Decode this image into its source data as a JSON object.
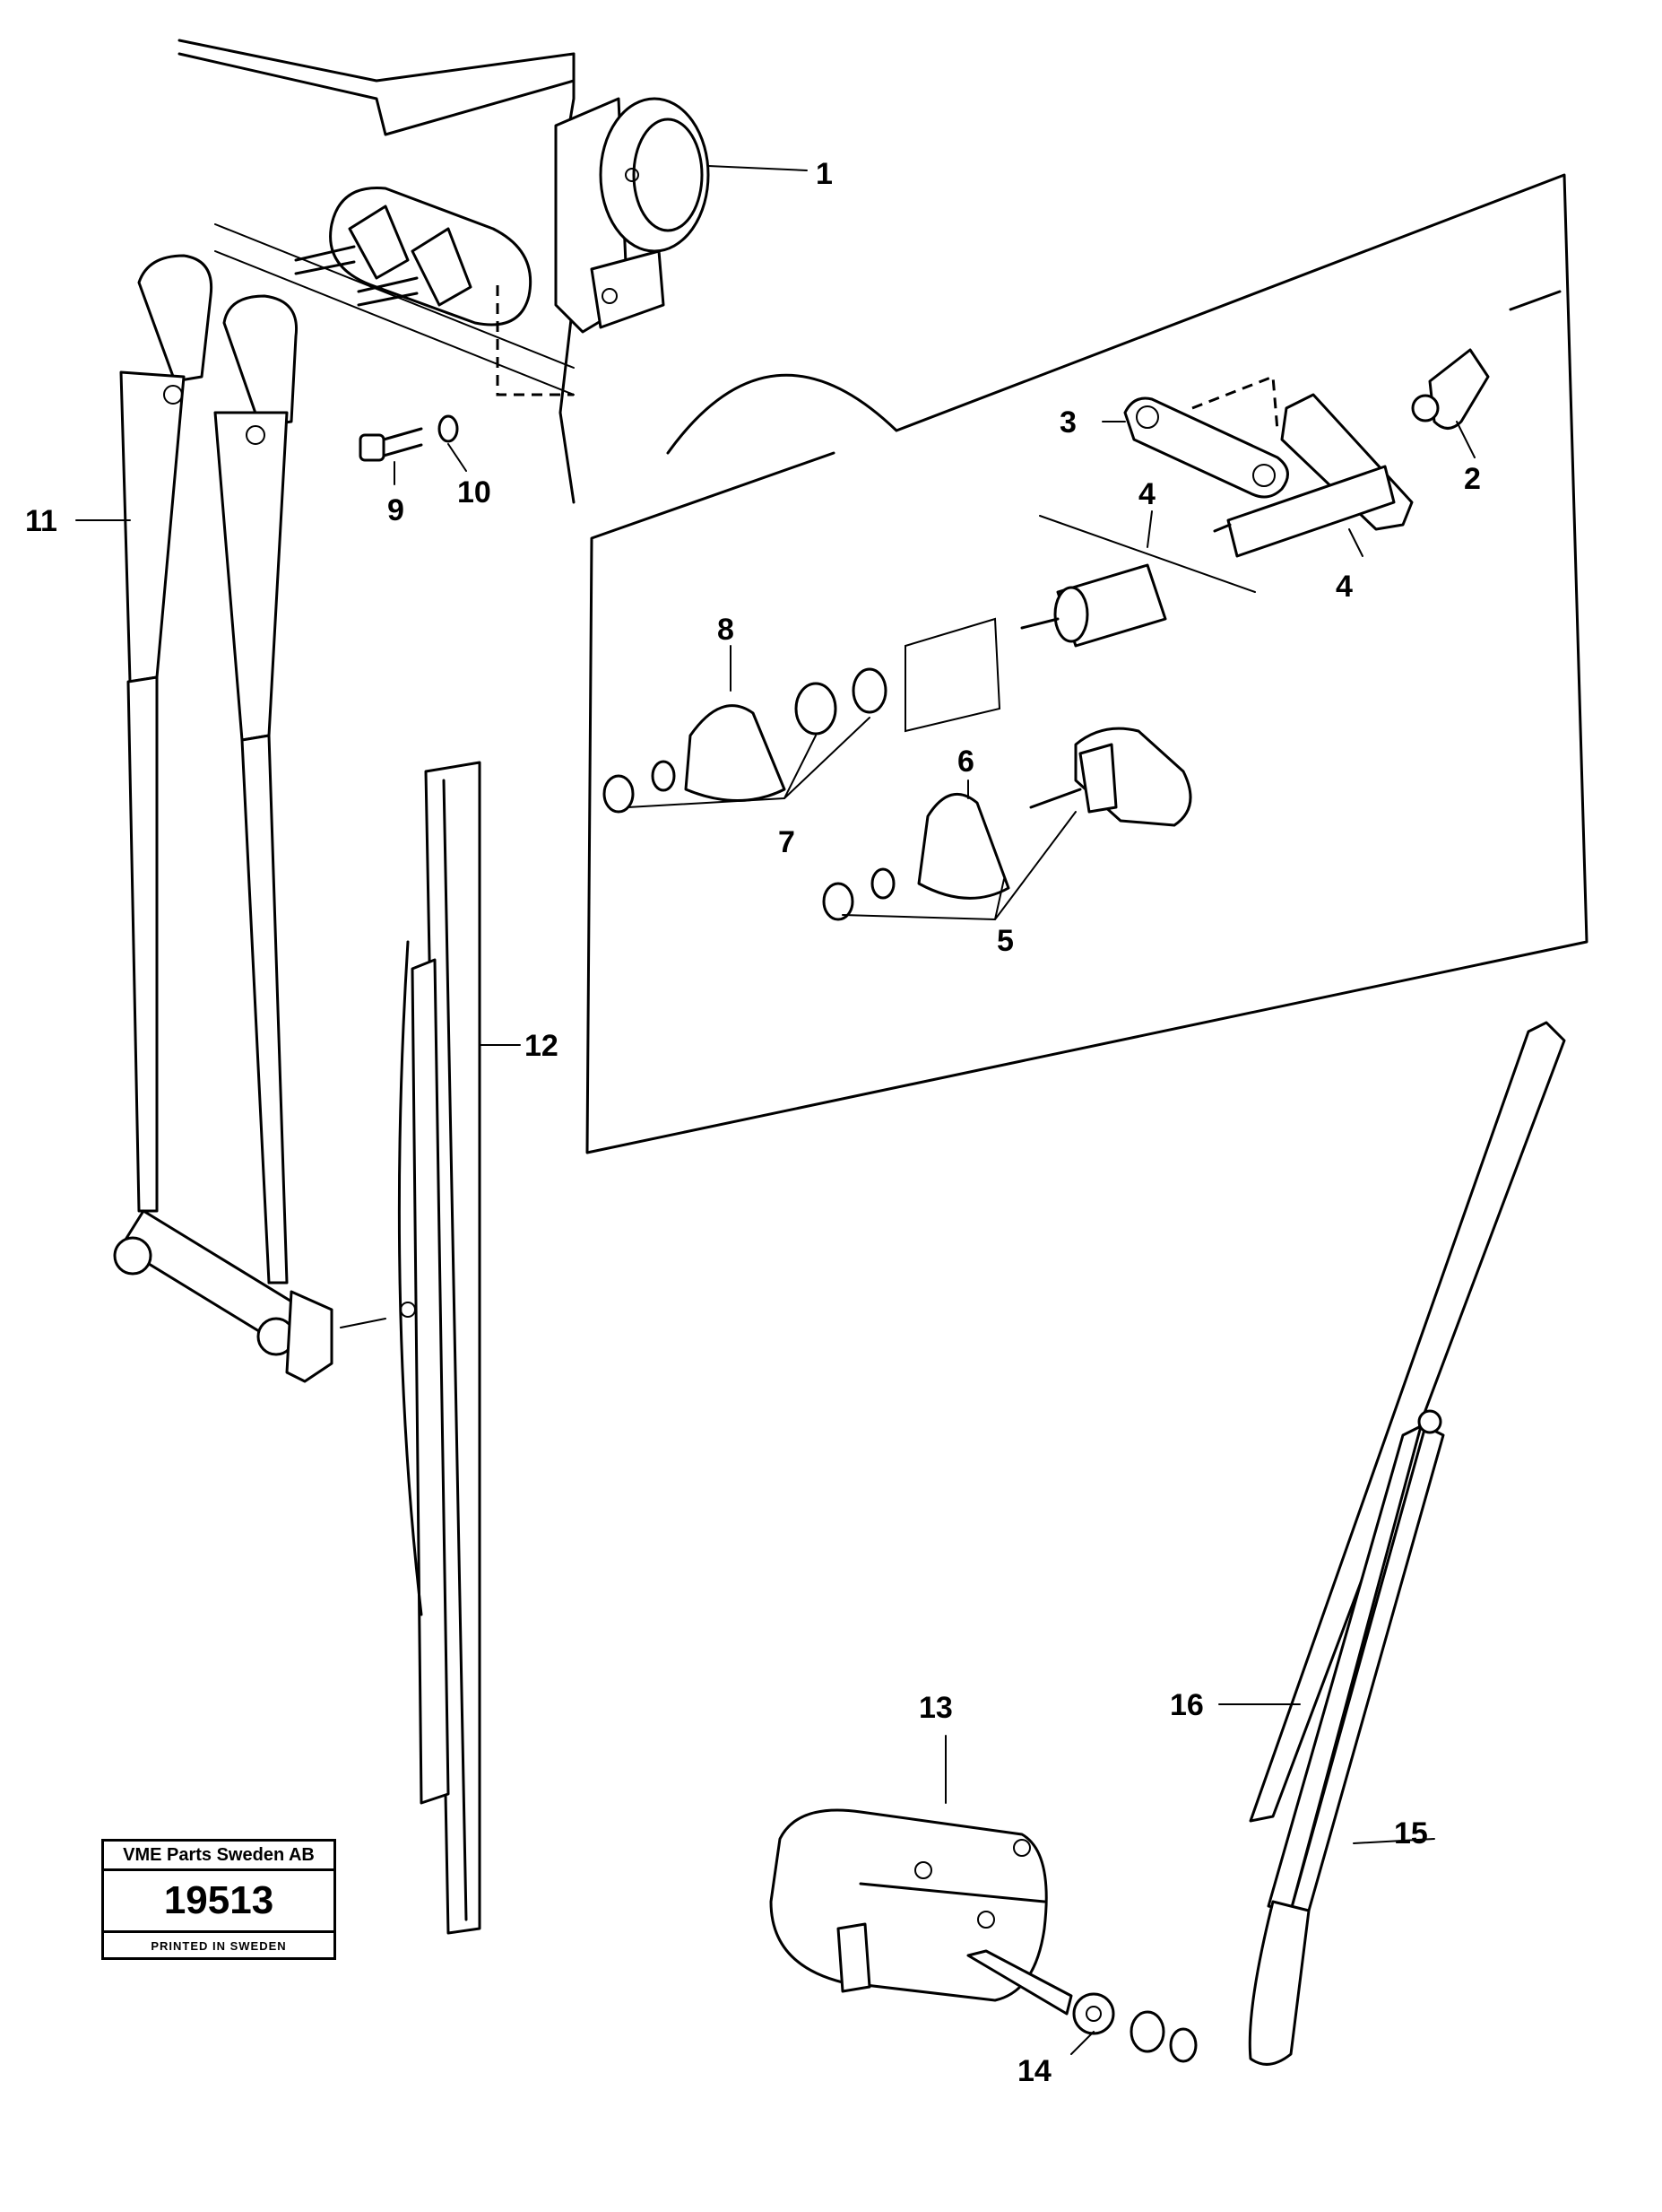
{
  "stamp": {
    "company": "VME Parts Sweden AB",
    "number": "19513",
    "printed": "PRINTED IN SWEDEN"
  },
  "callouts": {
    "c1": "1",
    "c2": "2",
    "c3": "3",
    "c4a": "4",
    "c4b": "4",
    "c5": "5",
    "c6": "6",
    "c7": "7",
    "c8": "8",
    "c9": "9",
    "c10": "10",
    "c11": "11",
    "c12": "12",
    "c13": "13",
    "c14": "14",
    "c15": "15",
    "c16": "16"
  }
}
